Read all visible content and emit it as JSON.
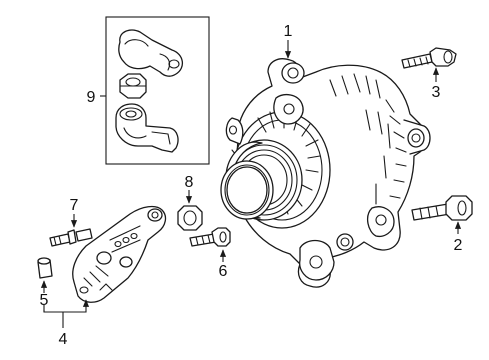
{
  "callouts": {
    "alternator": "1",
    "mount_bolt_lower": "2",
    "mount_bolt_upper": "3",
    "bracket_assembly": "4",
    "bracket_sleeve": "5",
    "bracket_bolt": "6",
    "bracket_stud": "7",
    "bracket_nut": "8",
    "terminal_kit": "9"
  }
}
